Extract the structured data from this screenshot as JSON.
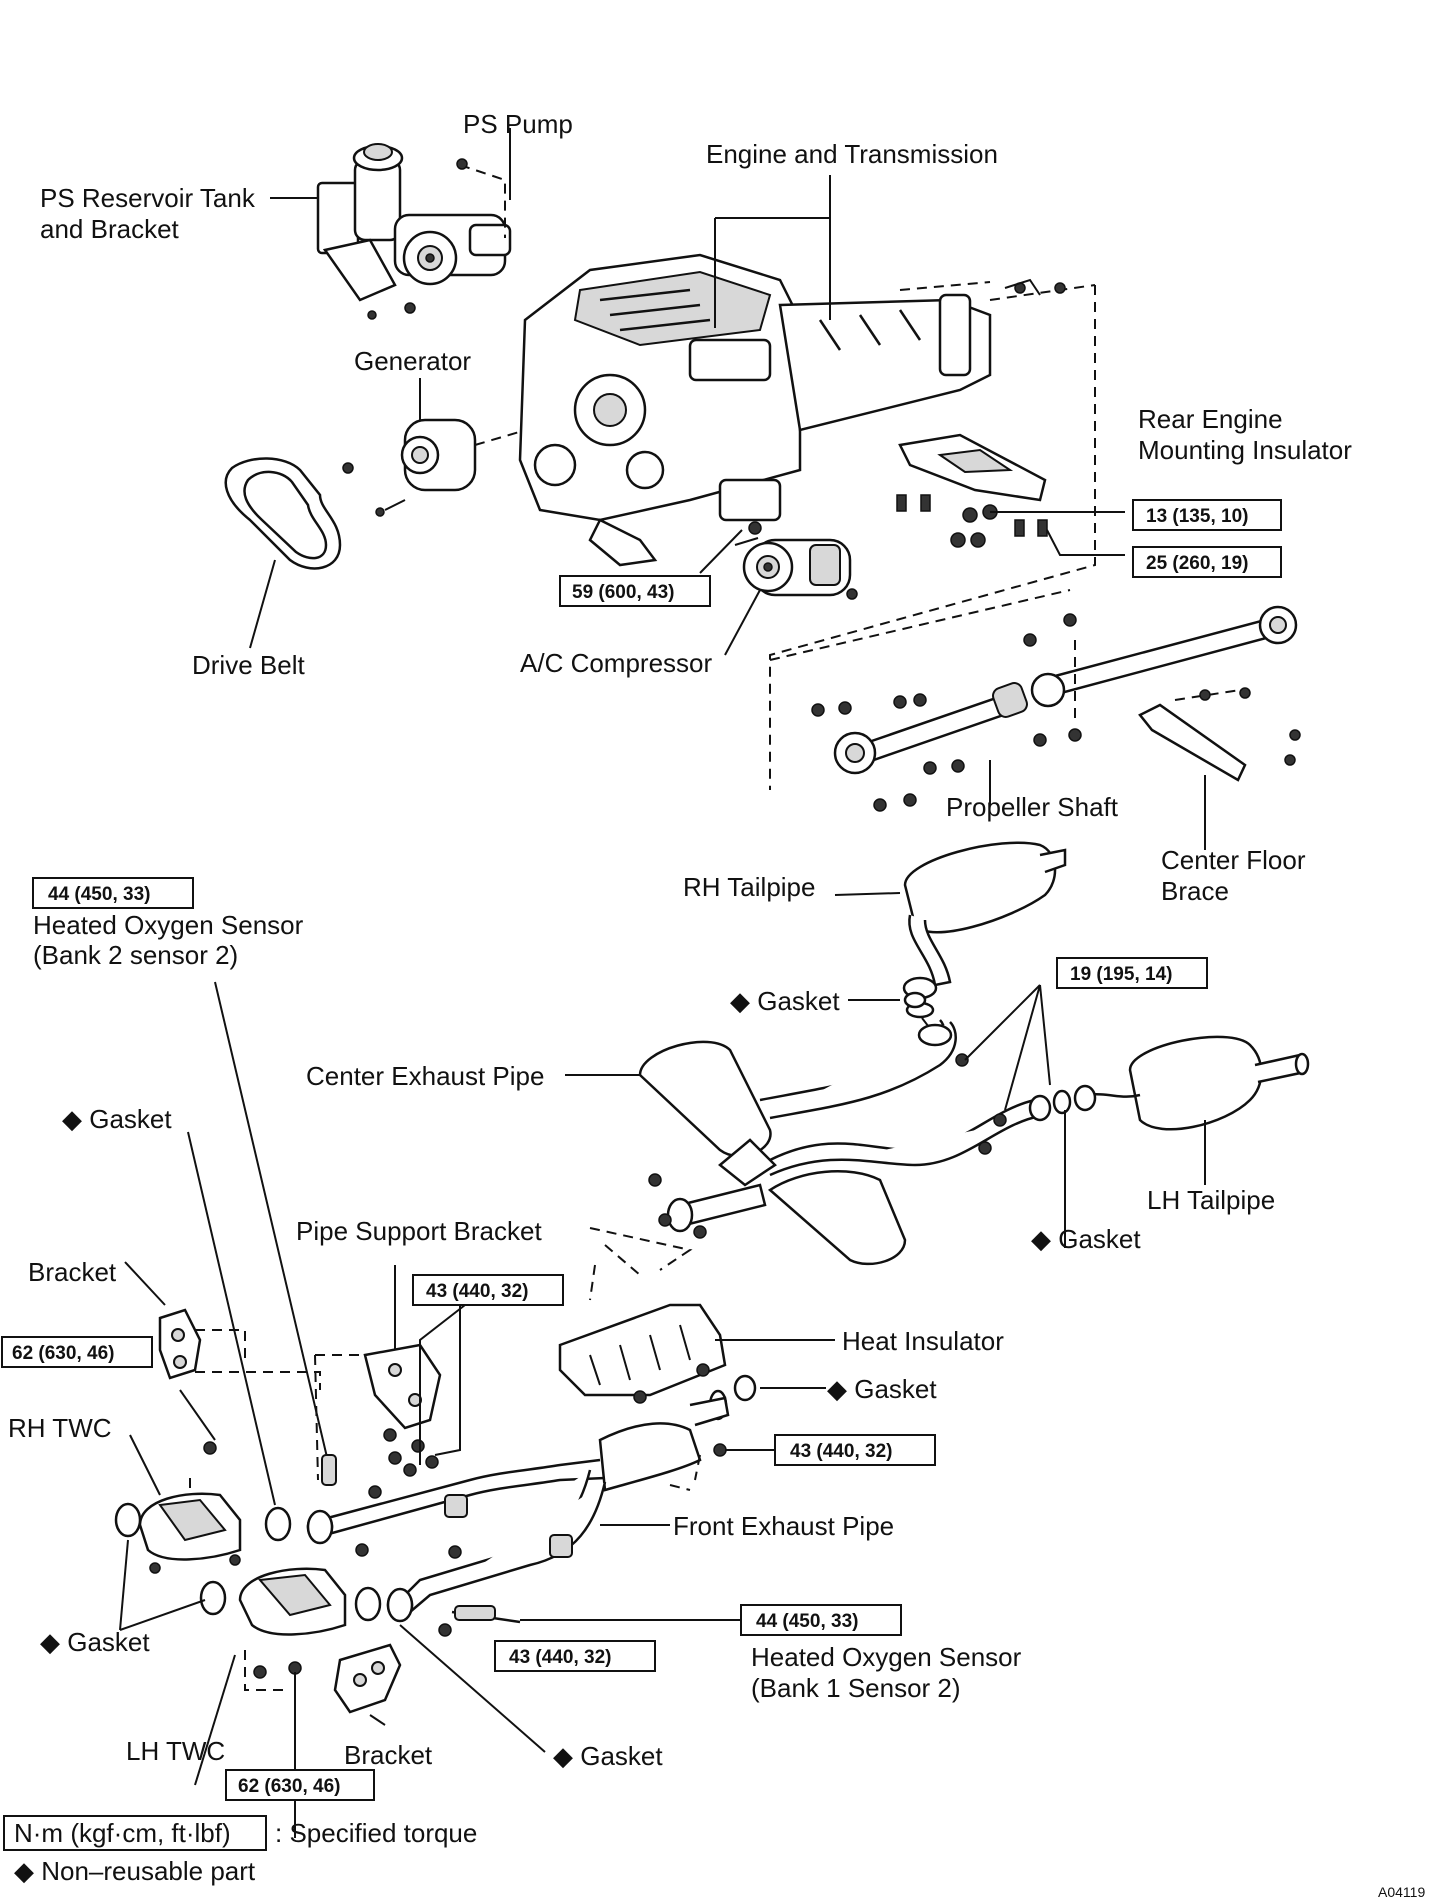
{
  "labels": {
    "ps_pump": "PS Pump",
    "ps_reservoir_line1": "PS Reservoir Tank",
    "ps_reservoir_line2": "and Bracket",
    "engine_transmission": "Engine and Transmission",
    "generator": "Generator",
    "rear_engine_line1": "Rear Engine",
    "rear_engine_line2": "Mounting Insulator",
    "drive_belt": "Drive Belt",
    "ac_compressor": "A/C Compressor",
    "propeller_shaft": "Propeller Shaft",
    "center_floor_line1": "Center Floor",
    "center_floor_line2": "Brace",
    "rh_tailpipe": "RH Tailpipe",
    "hos_b2_line1": "Heated Oxygen Sensor",
    "hos_b2_line2": "(Bank 2 sensor 2)",
    "gasket_rh_tailpipe": "◆ Gasket",
    "center_exhaust_pipe": "Center Exhaust Pipe",
    "gasket_upper_left": "◆ Gasket",
    "lh_tailpipe": "LH Tailpipe",
    "gasket_lh_tailpipe": "◆ Gasket",
    "pipe_support_bracket": "Pipe Support Bracket",
    "bracket_upper": "Bracket",
    "heat_insulator": "Heat Insulator",
    "gasket_heat_insulator": "◆ Gasket",
    "rh_twc": "RH TWC",
    "front_exhaust_pipe": "Front Exhaust Pipe",
    "gasket_lower_left": "◆ Gasket",
    "hos_b1_line1": "Heated Oxygen Sensor",
    "hos_b1_line2": "(Bank 1 Sensor 2)",
    "lh_twc": "LH TWC",
    "bracket_lower": "Bracket",
    "gasket_lower_center": "◆ Gasket"
  },
  "torque": {
    "t13": "13 (135, 10)",
    "t25": "25 (260, 19)",
    "t59": "59 (600, 43)",
    "t44_top": "44 (450, 33)",
    "t19": "19 (195, 14)",
    "t43_support": "43 (440, 32)",
    "t62_bracket": "62 (630, 46)",
    "t43_front": "43 (440, 32)",
    "t44_bottom": "44 (450, 33)",
    "t43_lower": "43 (440, 32)",
    "t62_lower": "62 (630, 46)"
  },
  "legend": {
    "unit_box": "N·m (kgf·cm, ft·lbf)",
    "unit_desc": ": Specified torque",
    "nonreusable": "◆ Non–reusable part"
  },
  "figure_code": "A04119"
}
